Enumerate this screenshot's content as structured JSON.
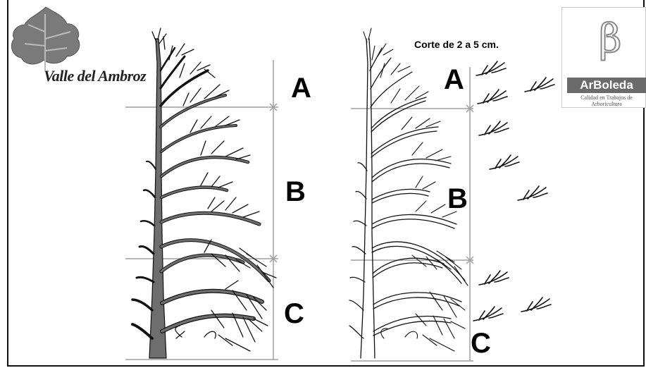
{
  "labels": {
    "left_a": "A",
    "left_b": "B",
    "left_c": "C",
    "right_a": "A",
    "right_b": "B",
    "right_c": "C",
    "cut_note": "Corte de 2 a 5 cm."
  },
  "logos": {
    "left_text": "Valle del Ambroz",
    "right_brand": "ArBoleda",
    "right_symbol": "β",
    "right_tagline_1": "Calidad en Trabajos de",
    "right_tagline_2": "Arboricultura"
  },
  "colors": {
    "trunk": "#6e6e6e",
    "outline": "#111111",
    "guide": "#a0a0a0",
    "leaf": "#7a7a7a"
  }
}
